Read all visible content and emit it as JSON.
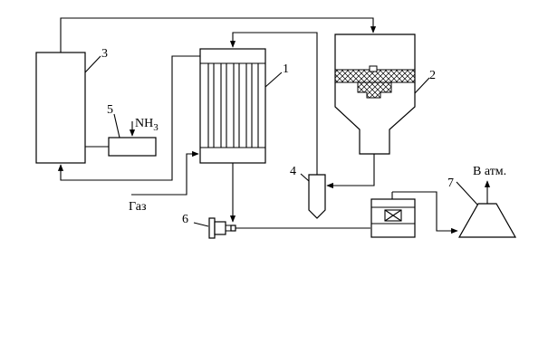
{
  "diagram": {
    "units": {
      "u1": "1",
      "u2": "2",
      "u3": "3",
      "u4": "4",
      "u5": "5",
      "u6": "6",
      "u7": "7"
    },
    "labels": {
      "nh3_main": "NH",
      "nh3_sub": "3",
      "gas": "Газ",
      "to_atmosphere": "В атм."
    }
  }
}
